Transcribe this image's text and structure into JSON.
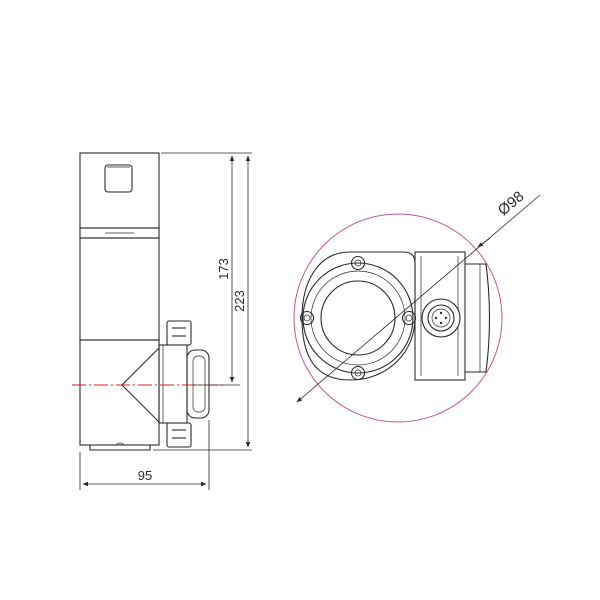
{
  "dimensions": {
    "height_upper": "173",
    "height_total": "223",
    "width": "95",
    "diameter": "Ø98"
  },
  "colors": {
    "line": "#2a2a2a",
    "centerline": "#d42020",
    "circle_outline": "#c0569a"
  }
}
